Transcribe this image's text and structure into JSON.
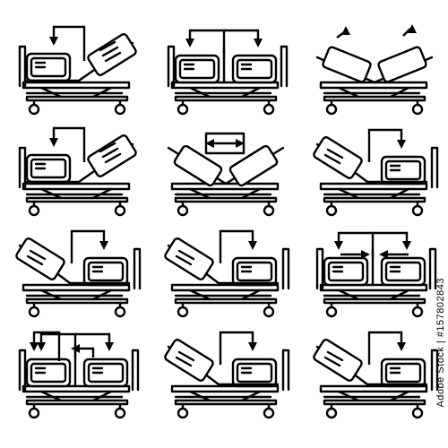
{
  "watermark": {
    "stock_id": "Adobe Stock | #157802843"
  },
  "cells": [
    {
      "id": "bed-1",
      "mode": "head-raised-right",
      "arrow": "left-turn"
    },
    {
      "id": "bed-2",
      "mode": "flat-split",
      "arrow": "split-down"
    },
    {
      "id": "bed-3",
      "mode": "v-shape",
      "arrow": "double-up"
    },
    {
      "id": "bed-4",
      "mode": "head-raised-right",
      "arrow": "left-turn"
    },
    {
      "id": "bed-5",
      "mode": "deep-v",
      "arrow": "horizontal-double"
    },
    {
      "id": "bed-6",
      "mode": "head-raised-left",
      "arrow": "right-turn"
    },
    {
      "id": "bed-7",
      "mode": "head-raised-left",
      "arrow": "right-turn"
    },
    {
      "id": "bed-8",
      "mode": "head-raised-left",
      "arrow": "right-turn"
    },
    {
      "id": "bed-9",
      "mode": "flat-split",
      "arrow": "horizontal-in"
    },
    {
      "id": "bed-10",
      "mode": "flat-split",
      "arrow": "double-left"
    },
    {
      "id": "bed-11",
      "mode": "head-raised-left",
      "arrow": "right-turn"
    },
    {
      "id": "bed-12",
      "mode": "head-raised-left",
      "arrow": "right-turn"
    }
  ]
}
